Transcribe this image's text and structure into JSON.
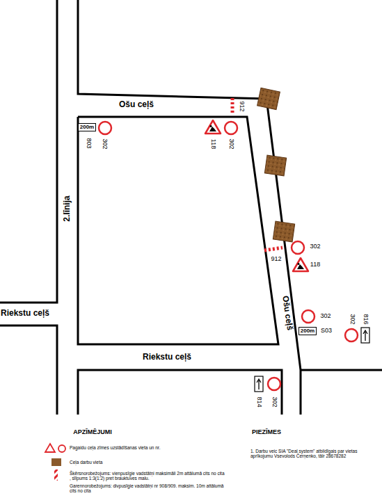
{
  "diagram": {
    "nodes": [
      {
        "text": [
          "200m"
        ]
      },
      {
        "text": [
          "200m"
        ]
      }
    ],
    "labels": [
      "Ošu ceļš",
      "2.līnija",
      "Riekstu ceļš",
      "803",
      "302",
      "118",
      "302",
      "912",
      "912",
      "302",
      "118",
      "Ošu ceļš",
      "302",
      "S03",
      "302",
      "816",
      "Riekstu ceļš",
      "814",
      "302",
      "APZĪMĒJUMI",
      "PIEZĪMES",
      "1. Darbu veic SIA \"Deal system\" atbildīgais par vietas aprīkojumu Vsevolods Čerņenko, tālr 28678282"
    ],
    "legend": [
      {
        "text": "Pagaidu ceļa zīmes uzstādīšanas vieta un nr."
      },
      {
        "text": "Ceļa darbu vieta",
        "color": "#8b5a2b"
      },
      {
        "text": "Šķērsnorobežojums: vienpusīgie vadstātņi maksimāli 2m attālumā cits no cita , slīpums 1:3(1:2) pret brauktuves malu."
      },
      {
        "text": "Garennorobežojums: divpusīgie vadstātņi nr 908/909. maksim. 10m attālumā cits no cita"
      }
    ]
  }
}
